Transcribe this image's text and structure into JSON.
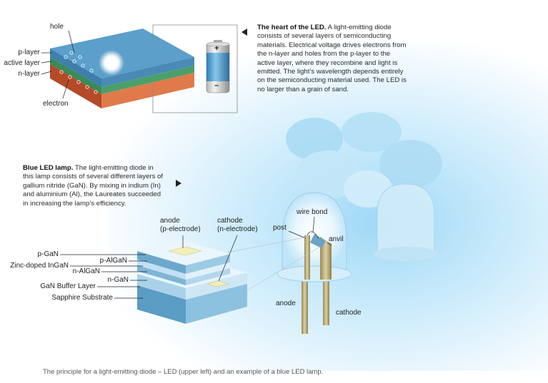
{
  "top_diagram": {
    "labels": {
      "hole": "hole",
      "p_layer": "p-layer",
      "active_layer": "active layer",
      "n_layer": "n-layer",
      "electron": "electron"
    },
    "battery_plus": "+",
    "battery_minus": "–",
    "description_title": "The heart of the LED.",
    "description_body": "A light-emitting diode consists of several layers of semiconducting materials. Electrical voltage drives electrons from the n-layer and holes from the p-layer to the active layer, where they recombine and light is emitted. The light’s wavelength depends entirely on the semiconducting material used. The LED is no larger than a grain of sand."
  },
  "lamp_section": {
    "description_title": "Blue LED lamp.",
    "description_body": "The light-emitting diode in this lamp consists of several different layers of gallium nitride (GaN). By mixing in indium (In) and aluminium (Al), the Laureates succeeded in increasing the lamp’s efficiency.",
    "chip_labels": {
      "anode_electrode": "anode\n(p-electrode)",
      "cathode_electrode": "cathode\n(n-electrode)",
      "p_gan": "p-GaN",
      "p_algan": "p-AlGaN",
      "zinc_ingan": "Zinc-doped InGaN",
      "n_algan": "n-AlGaN",
      "n_gan": "n-GaN",
      "buffer": "GaN Buffer Layer",
      "sapphire": "Sapphire Substrate"
    },
    "lamp_labels": {
      "wire_bond": "wire bond",
      "post": "post",
      "anvil": "anvil",
      "anode": "anode",
      "cathode": "cathode"
    }
  },
  "caption": "The principle for a light-emitting diode – LED (upper left) and an example of a blue LED lamp.",
  "colors": {
    "p_layer": "#4f8fb8",
    "active_layer": "#3f8a5a",
    "n_layer": "#c2542f",
    "glow": "#9fd8f5",
    "chip_face": "#d8eef8",
    "chip_side": "#6aa9cf",
    "electrode": "#f3efb8"
  }
}
